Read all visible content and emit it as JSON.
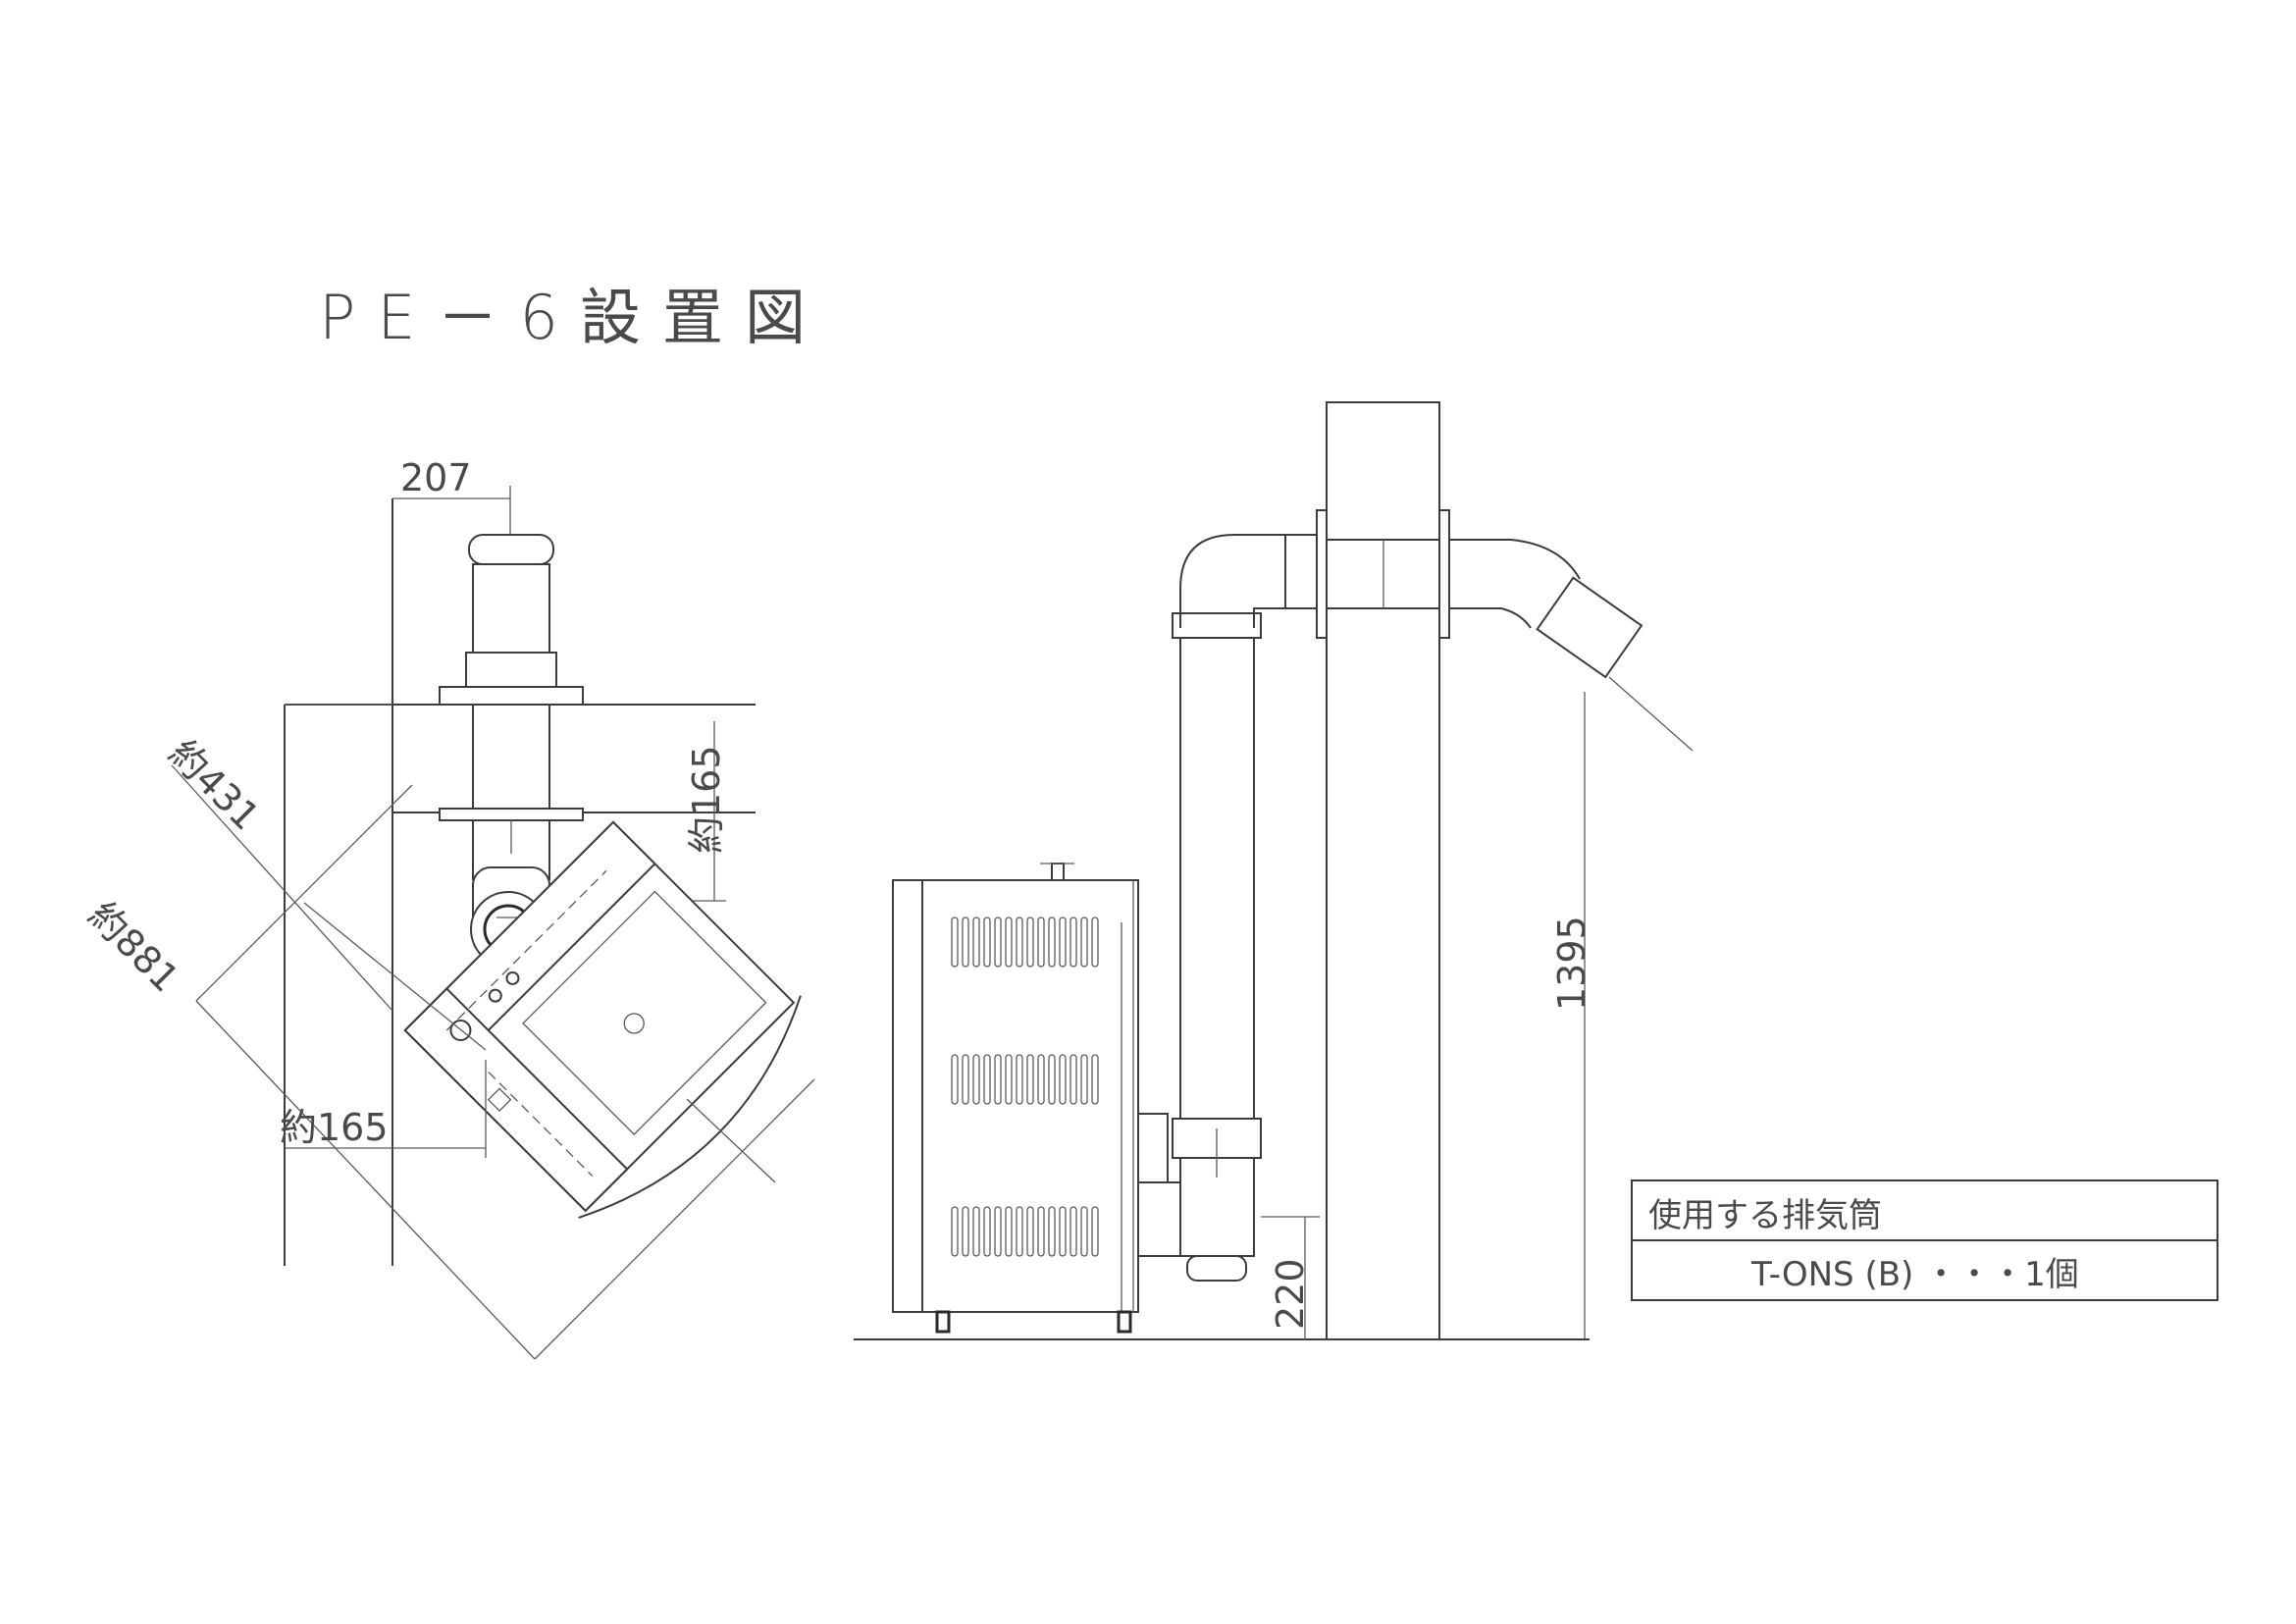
{
  "title": "PE－6設置図",
  "dimensions": {
    "width_top": "207",
    "approx_165_upper": "約165",
    "approx_431": "約431",
    "approx_881": "約881",
    "approx_165_lower": "約165",
    "height_1395": "1395",
    "height_220": "220"
  },
  "parts_table": {
    "header": "使用する排気筒",
    "item": "T-ONS (B) ・・・1個"
  }
}
